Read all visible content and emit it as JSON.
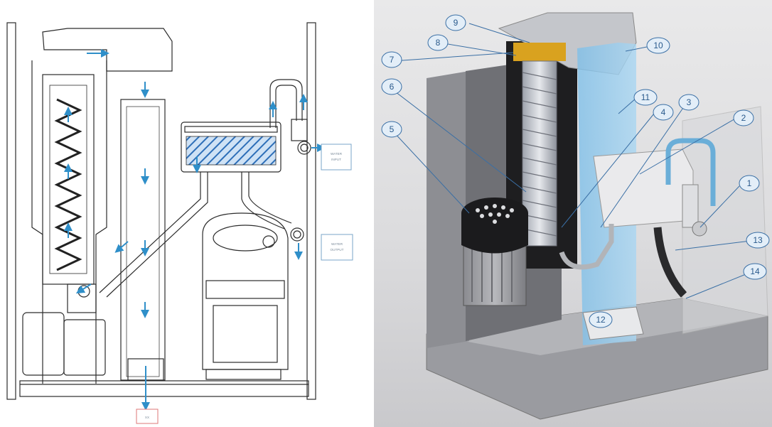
{
  "left_diagram": {
    "labels": {
      "water_inlet": [
        "WATER",
        "INPUT"
      ],
      "water_outlet": [
        "WATER",
        "OUTPUT"
      ],
      "drain": "XX"
    }
  },
  "right_diagram": {
    "callouts": [
      "1",
      "2",
      "3",
      "4",
      "5",
      "6",
      "7",
      "8",
      "9",
      "10",
      "11",
      "12",
      "13",
      "14"
    ]
  },
  "colors": {
    "line": "#2c2c2c",
    "flow_arrow": "#2f8fc9",
    "water_channel": "#8cc6ea",
    "callout": "#3a6fa5",
    "hatch": "#2e6fb8",
    "brass": "#d9a21f"
  },
  "icons": [
    "flow-arrow-icon"
  ]
}
